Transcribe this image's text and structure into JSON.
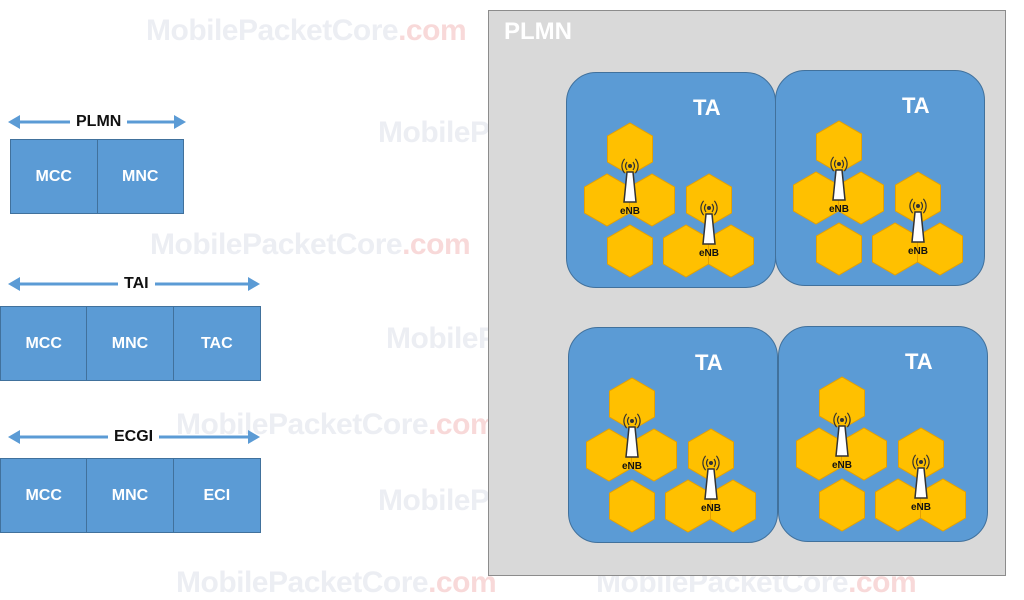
{
  "watermark": {
    "main": "MobilePacketCore",
    "suffix": ".com"
  },
  "plmn_id": {
    "label": "PLMN",
    "fields": [
      "MCC",
      "MNC"
    ]
  },
  "tai": {
    "label": "TAI",
    "fields": [
      "MCC",
      "MNC",
      "TAC"
    ]
  },
  "ecgi": {
    "label": "ECGI",
    "fields": [
      "MCC",
      "MNC",
      "ECI"
    ]
  },
  "network": {
    "title": "PLMN",
    "areas": [
      {
        "label": "TA",
        "enb_labels": [
          "eNB",
          "eNB"
        ]
      },
      {
        "label": "TA",
        "enb_labels": [
          "eNB",
          "eNB"
        ]
      },
      {
        "label": "TA",
        "enb_labels": [
          "eNB",
          "eNB"
        ]
      },
      {
        "label": "TA",
        "enb_labels": [
          "eNB",
          "eNB"
        ]
      }
    ]
  },
  "colors": {
    "id_box": "#5b9bd5",
    "ta_fill": "#5b9bd5",
    "cell_fill": "#ffc000",
    "plmn_bg": "#d9d9d9",
    "arrow": "#5b9bd5"
  }
}
